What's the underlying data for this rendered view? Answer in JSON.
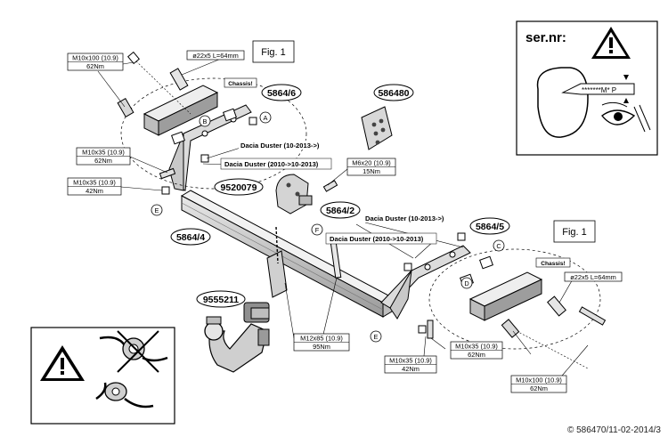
{
  "serial_box": {
    "title": "ser.nr:",
    "code": "*******M* P"
  },
  "fig_labels": [
    "Fig. 1",
    "Fig. 1"
  ],
  "chassis_labels": [
    "Chassis!",
    "Chassis!"
  ],
  "part_numbers": [
    "5864/6",
    "586480",
    "9520079",
    "5864/2",
    "5864/4",
    "5864/5",
    "9555211"
  ],
  "bolt_specs": {
    "tl_top": [
      "M10x100 (10.9)",
      "62Nm"
    ],
    "tl_pin": "ø22x5 L=64mm",
    "tl_mid": [
      "M10x35 (10.9)",
      "62Nm"
    ],
    "tl_low": [
      "M10x35 (10.9)",
      "42Nm"
    ],
    "m6": [
      "M6x20 (10.9)",
      "15Nm"
    ],
    "m12": [
      "M12x85 (10.9)",
      "95Nm"
    ],
    "br_low": [
      "M10x35 (10.9)",
      "42Nm"
    ],
    "br_mid": [
      "M10x35 (10.9)",
      "62Nm"
    ],
    "br_pin": "ø22x5 L=64mm",
    "br_bottom": [
      "M10x100 (10.9)",
      "62Nm"
    ]
  },
  "vehicle_labels": {
    "duster_new_left": "Dacia Duster (10-2013->)",
    "duster_old_left": "Dacia Duster  (2010->10-2013)",
    "duster_new_right": "Dacia Duster (10-2013->)",
    "duster_old_right": "Dacia Duster  (2010->10-2013)"
  },
  "point_letters": [
    "A",
    "B",
    "E",
    "F",
    "C",
    "D",
    "E"
  ],
  "footer": "© 586470/11-02-2014/3"
}
